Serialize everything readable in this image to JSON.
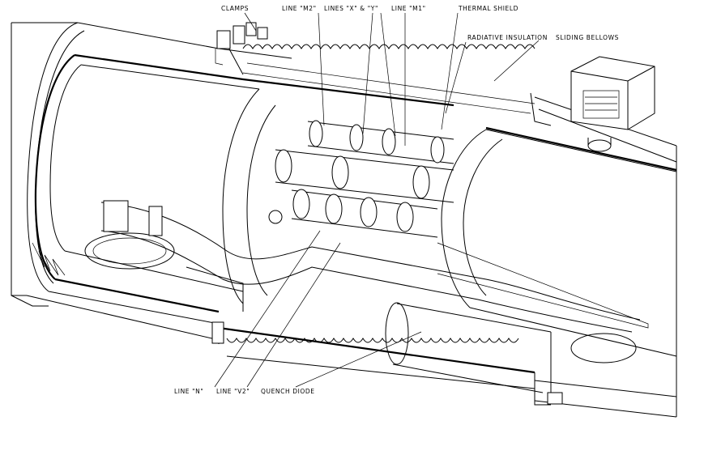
{
  "labels": {
    "clamps": "CLAMPS",
    "line_m2": "LINE \"M2\"",
    "lines_x_y": "LINES \"X\" & \"Y\"",
    "line_m1": "LINE \"M1\"",
    "thermal_shield": "THERMAL SHIELD",
    "radiative_insulation": "RADIATIVE INSULATION",
    "sliding_bellows": "SLIDING BELLOWS",
    "line_n": "LINE \"N\"",
    "line_v2": "LINE \"V2\"",
    "quench_diode": "QUENCH DIODE"
  }
}
